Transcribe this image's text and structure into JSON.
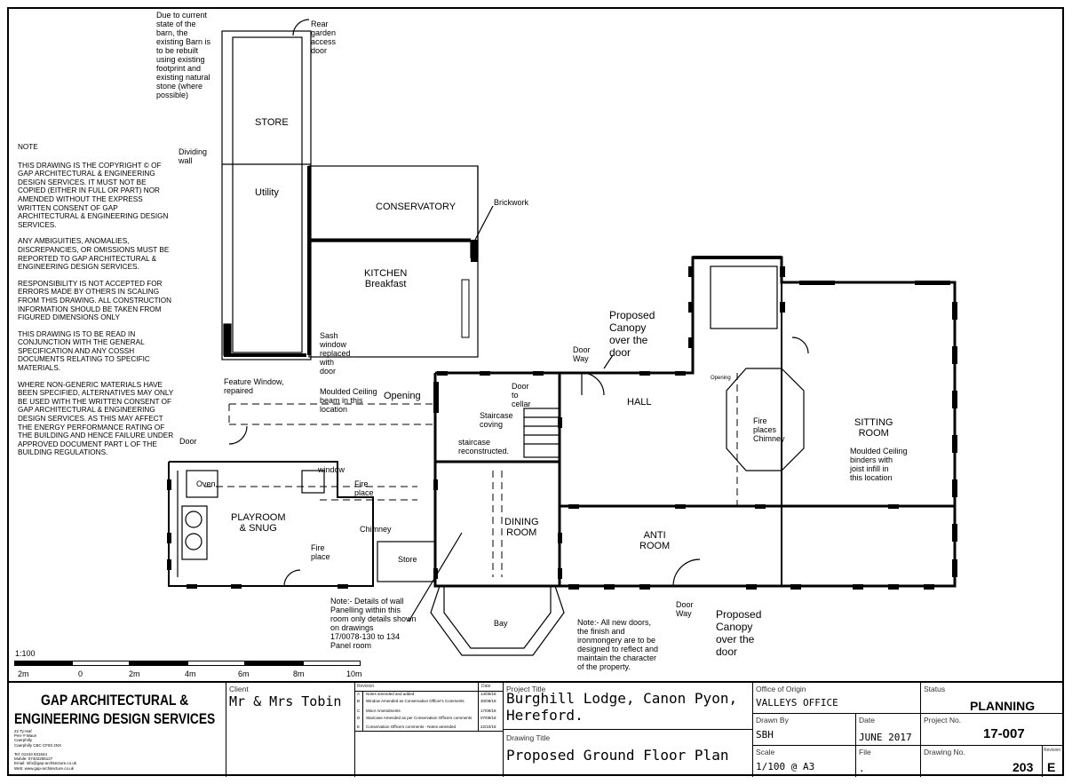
{
  "drawing_notes": {
    "heading": "NOTE",
    "paragraphs": [
      "THIS DRAWING IS THE COPYRIGHT © OF GAP ARCHITECTURAL & ENGINEERING DESIGN SERVICES. IT MUST NOT BE COPIED (EITHER IN FULL OR PART) NOR AMENDED WITHOUT THE EXPRESS WRITTEN CONSENT OF GAP ARCHITECTURAL & ENGINEERING DESIGN SERVICES.",
      "ANY AMBIGUITIES, ANOMALIES, DISCREPANCIES, OR OMISSIONS MUST BE REPORTED TO GAP ARCHITECTURAL & ENGINEERING DESIGN SERVICES.",
      "RESPONSIBILITY IS NOT ACCEPTED FOR ERRORS MADE BY OTHERS IN SCALING FROM THIS DRAWING. ALL CONSTRUCTION INFORMATION SHOULD BE TAKEN FROM FIGURED DIMENSIONS ONLY",
      "THIS DRAWING IS TO BE READ IN CONJUNCTION WITH THE GENERAL SPECIFICATION AND ANY COSSH DOCUMENTS RELATING TO SPECIFIC MATERIALS.",
      "WHERE NON-GENERIC MATERIALS HAVE BEEN SPECIFIED, ALTERNATIVES MAY ONLY BE USED WITH THE WRITTEN CONSENT OF GAP ARCHITECTURAL & ENGINEERING DESIGN SERVICES. AS THIS MAY AFFECT THE ENERGY PERFORMANCE RATING OF THE BUILDING AND HENCE FAILURE UNDER APPROVED DOCUMENT PART L OF THE BUILDING REGULATIONS."
    ]
  },
  "labels": {
    "barn_note": "Due to current\nstate of the\nbarn, the\nexisting Barn is\nto be rebuilt\nusing existing\nfootprint and\nexisting natural\nstone (where\npossible)",
    "rear_door": "Rear\ngarden\naccess\ndoor",
    "store_top": "STORE",
    "dividing_wall": "Dividing\nwall",
    "utility": "Utility",
    "conservatory": "CONSERVATORY",
    "brickwork": "Brickwork",
    "kitchen": "KITCHEN\nBreakfast",
    "sash": "Sash\nwindow\nreplaced\nwith\ndoor",
    "feature_window": "Feature Window,\nrepaired",
    "moulded_beam": "Moulded Ceiling\nbeam in this\nlocation",
    "opening_1": "Opening",
    "opening_2": "Opening",
    "canopy_top": "Proposed\nCanopy\nover the\ndoor",
    "door_way_top": "Door\nWay",
    "door_cellar": "Door\nto\ncellar",
    "hall": "HALL",
    "staircase_coving": "Staircase\ncoving",
    "staircase_recon": "staircase\nreconstructed.",
    "fireplace_chimney": "Fire\nplaces\nChimney",
    "sitting_room": "SITTING\nROOM",
    "moulded_binders": "Moulded Ceiling\nbinders with\njoist infill in\nthis location",
    "door_left": "Door",
    "oven": "Oven",
    "window": "window",
    "fire_place_1": "Fire\nplace",
    "playroom": "PLAYROOM\n& SNUG",
    "chimney": "Chimney",
    "fire_place_2": "Fire\nplace",
    "store_bottom": "Store",
    "dining_room": "DINING\nROOM",
    "anti_room": "ANTI\nROOM",
    "door_way_bottom": "Door\nWay",
    "canopy_bottom": "Proposed\nCanopy\nover the\ndoor",
    "panelling_note": "Note:- Details of wall\nPanelling within this\nroom only details shown\non drawings\n17/0078-130 to 134\nPanel room",
    "bay": "Bay",
    "doors_note": "Note:- All new doors,\nthe finish and\nironmongery are to be\ndesigned to reflect and\nmaintain the character\nof the property.",
    "scale_label": "1:100",
    "scale_ticks": [
      "2m",
      "0",
      "2m",
      "4m",
      "6m",
      "8m",
      "10m"
    ]
  },
  "title_block": {
    "company_line1": "GAP ARCHITECTURAL &",
    "company_line2": "ENGINEERING DESIGN SERVICES",
    "company_contact": "22 Ty-Isaf\nPen-Y-Waun\nCaerphilly\nCaerphilly CBC CF83 2NX\n\nTel: 01443 831844\nMobile: 07402265127\nEmail: info@gap-architecture.co.uk\nWeb: www.gap-architecture.co.uk",
    "client_caption": "Client",
    "client": "Mr & Mrs Tobin",
    "revision_caption": "Revision",
    "revision_date_caption": "Date",
    "revisions": [
      {
        "rev": "A",
        "desc": "Notes amended and added",
        "date": "14/05/18"
      },
      {
        "rev": "B",
        "desc": "Window Amended as Conservation Officer's Comments",
        "date": "30/08/18"
      },
      {
        "rev": "C",
        "desc": "Minor Amendments",
        "date": "17/09/18"
      },
      {
        "rev": "D",
        "desc": "Staircase Amended as per Conservation Officers comments",
        "date": "07/09/18"
      },
      {
        "rev": "E",
        "desc": "Conservation Officers comments - Notes amended",
        "date": "22/10/18"
      }
    ],
    "project_title_caption": "Project Title",
    "project_title": "Burghill Lodge, Canon Pyon,\nHereford.",
    "drawing_title_caption": "Drawing Title",
    "drawing_title": "Proposed Ground Floor Plan",
    "office_caption": "Office of Origin",
    "office": "VALLEYS OFFICE",
    "drawn_caption": "Drawn By",
    "drawn": "SBH",
    "date_caption": "Date",
    "date": "JUNE 2017",
    "scale_caption": "Scale",
    "scale": "1/100 @ A3",
    "file_caption": "File",
    "file": ".",
    "status_caption": "Status",
    "status": "PLANNING",
    "project_no_caption": "Project No.",
    "project_no": "17-007",
    "drawing_no_caption": "Drawing No.",
    "drawing_no": "203",
    "revision_no_caption": "Revision",
    "revision_no": "E"
  }
}
